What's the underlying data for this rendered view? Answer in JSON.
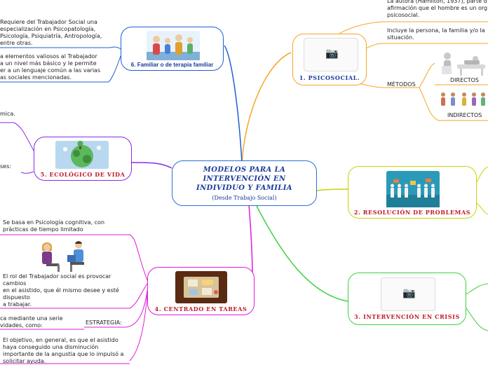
{
  "central": {
    "title": "MODELOS PARA LA INTERVENCIÓN EN INDIVIDUO Y FAMILIA",
    "subtitle": "(Desde Trabajo Social)"
  },
  "branches": {
    "psicosocial": {
      "title": "1. PSICOSOCIAL.",
      "note1": "La autora (Hamilton, 1937), parte d\nafirmación que el hombre es un org\npsicosocial.",
      "note2": "Incluye la persona, la familia y/o la\nsituación.",
      "metodos_label": "MÉTODOS",
      "directos_label": "DIRECTOS",
      "indirectos_label": "INDIRECTOS"
    },
    "resolucion": {
      "title": "2. RESOLUCIÓN DE PROBLEMAS"
    },
    "crisis": {
      "title": "3. INTERVENCIÓN EN CRISIS"
    },
    "tareas": {
      "title": "4. CENTRADO EN TAREAS",
      "note1": "Se basa en Psicología cognitiva, con\nprácticas de tiempo limitado",
      "note2": "El rol del Trabajador social es provocar\ncambios\nen el asistido, que él mismo desee y esté\ndispuesto\na trabajar.",
      "estrategia_label": "ESTRATEGIA:",
      "note3": "ca mediante una serie\nvidades, como:",
      "note4": "El objetivo, en general, es que el asistido\nhaya conseguido una disminución\nimportante de la angustia que lo impulsó a\nsolicitar ayuda."
    },
    "ecologico": {
      "title": "5. ECOLÓGICO DE VIDA",
      "note1": "mica.",
      "note2": "ses:"
    },
    "familiar": {
      "title": "6. Familiar o de terapia familiar",
      "note1": "Requiere del Trabajador Social una\nespecialización en Psicopatología,\nPsicología, Psiquiatría, Antropología,\nentre otras.",
      "note2": "a elementos valiosos al Trabajador\na un nivel más básico y le permite\ner a un lenguaje común a las varias\nas sociales mencionadas."
    }
  },
  "colors": {
    "psicosocial": "#f5a623",
    "resolucion": "#c8d400",
    "crisis": "#3fd13f",
    "tareas": "#e01ad9",
    "ecologico": "#8a2be2",
    "familiar": "#1f5fd0",
    "title_blue": "#1a3a9a",
    "title_orange": "#e07800",
    "title_red": "#c0182a"
  },
  "icons": {
    "placeholder": "camera-icon"
  }
}
